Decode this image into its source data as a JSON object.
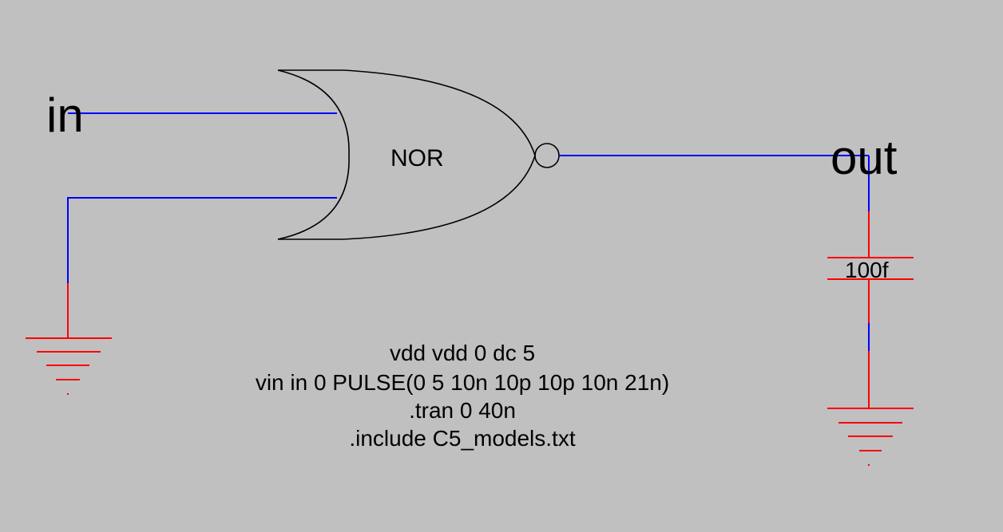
{
  "labels": {
    "input": "in",
    "output": "out"
  },
  "gate": {
    "type": "NOR"
  },
  "capacitor": {
    "value": "100f"
  },
  "spice_directives": [
    "vdd vdd 0 dc 5",
    "vin in 0 PULSE(0 5 10n 10p 10p 10n 21n)",
    ".tran 0 40n",
    ".include C5_models.txt"
  ],
  "colors": {
    "background": "#c0c0c0",
    "wire": "#0000ff",
    "component": "#ff0000",
    "gate": "#000000"
  }
}
